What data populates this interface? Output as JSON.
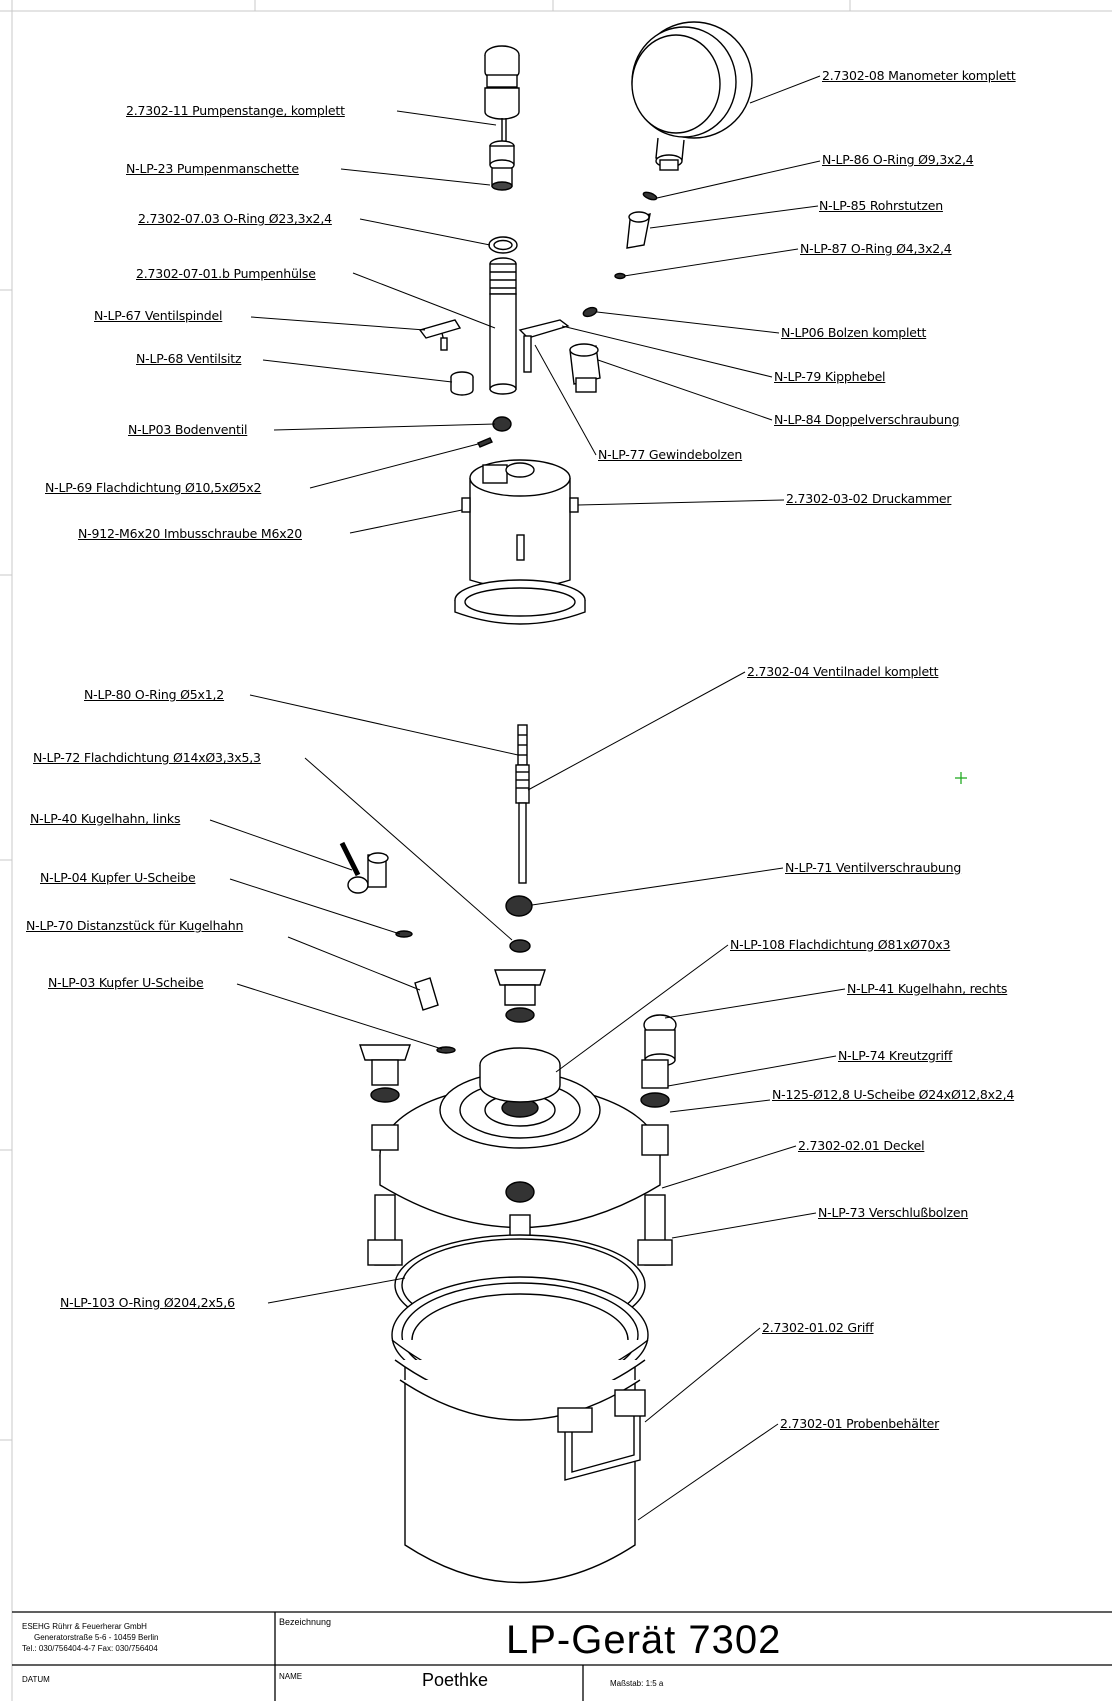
{
  "labels": {
    "pumpenstange": "2.7302-11 Pumpenstange, komplett",
    "pumpenmanschette": "N-LP-23 Pumpenmanschette",
    "oring_pump": "2.7302-07.03 O-Ring Ø23,3x2,4",
    "pumpenhuelse": "2.7302-07-01.b Pumpenhülse",
    "ventilspindel": "N-LP-67 Ventilspindel",
    "ventilsitz": "N-LP-68 Ventilsitz",
    "bodenventil": "N-LP03 Bodenventil",
    "flachdichtung_10": "N-LP-69 Flachdichtung Ø10,5xØ5x2",
    "imbus": "N-912-M6x20 Imbusschraube M6x20",
    "manometer": "2.7302-08 Manometer komplett",
    "oring_93": "N-LP-86 O-Ring Ø9,3x2,4",
    "rohrstutzen": "N-LP-85 Rohrstutzen",
    "oring_43": "N-LP-87 O-Ring Ø4,3x2,4",
    "bolzen": "N-LP06 Bolzen komplett",
    "kipphebel": "N-LP-79 Kipphebel",
    "doppelverschraubung": "N-LP-84 Doppelverschraubung",
    "gewindebolzen": "N-LP-77 Gewindebolzen",
    "druckkammer": "2.7302-03-02 Druckammer",
    "ventilnadel": "2.7302-04 Ventilnadel komplett",
    "oring_5": "N-LP-80 O-Ring Ø5x1,2",
    "flachdichtung_14": "N-LP-72 Flachdichtung Ø14xØ3,3x5,3",
    "kugelhahn_links": "N-LP-40 Kugelhahn, links",
    "kupfer_04": "N-LP-04 Kupfer U-Scheibe",
    "distanzstueck": "N-LP-70 Distanzstück für Kugelhahn",
    "kupfer_03": "N-LP-03 Kupfer U-Scheibe",
    "ventilverschraubung": "N-LP-71 Ventilverschraubung",
    "flachdichtung_81": "N-LP-108 Flachdichtung Ø81xØ70x3",
    "kugelhahn_rechts": "N-LP-41 Kugelhahn, rechts",
    "kreutzgriff": "N-LP-74 Kreutzgriff",
    "uscheibe_125": "N-125-Ø12,8 U-Scheibe Ø24xØ12,8x2,4",
    "deckel": "2.7302-02.01 Deckel",
    "verschlussbolzen": "N-LP-73 Verschlußbolzen",
    "oring_204": "N-LP-103 O-Ring Ø204,2x5,6",
    "griff": "2.7302-01.02 Griff",
    "probenbehaelter": "2.7302-01 Probenbehälter"
  },
  "title_block": {
    "company_line1": "ESEHG Rührr & Feuerherar GmbH",
    "company_line2": "Generatorstraße 5-6 - 10459 Berlin",
    "company_line3": "Tel.: 030/756404-4-7 Fax: 030/756404",
    "bezeichnung_label": "Bezeichnung",
    "title": "LP-Gerät 7302",
    "datum_label": "DATUM",
    "name_label": "NAME",
    "name_value": "Poethke",
    "massstab": "Maßstab: 1:5 a"
  }
}
